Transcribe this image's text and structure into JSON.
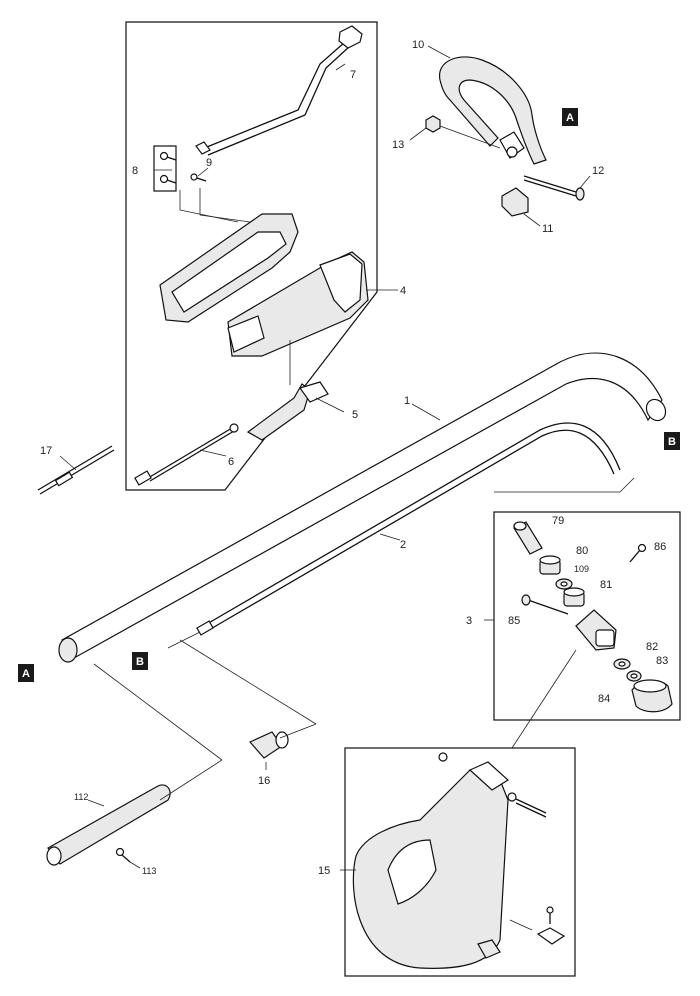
{
  "parts": {
    "p1": "1",
    "p2": "2",
    "p3": "3",
    "p4": "4",
    "p5": "5",
    "p6": "6",
    "p7": "7",
    "p8": "8",
    "p9": "9",
    "p10": "10",
    "p11": "11",
    "p12": "12",
    "p13": "13",
    "p15": "15",
    "p16": "16",
    "p17": "17",
    "p79": "79",
    "p80": "80",
    "p81": "81",
    "p82": "82",
    "p83": "83",
    "p84": "84",
    "p85": "85",
    "p86": "86",
    "p109": "109",
    "p112": "112",
    "p113": "113"
  },
  "markers": {
    "a": "A",
    "b": "B"
  }
}
